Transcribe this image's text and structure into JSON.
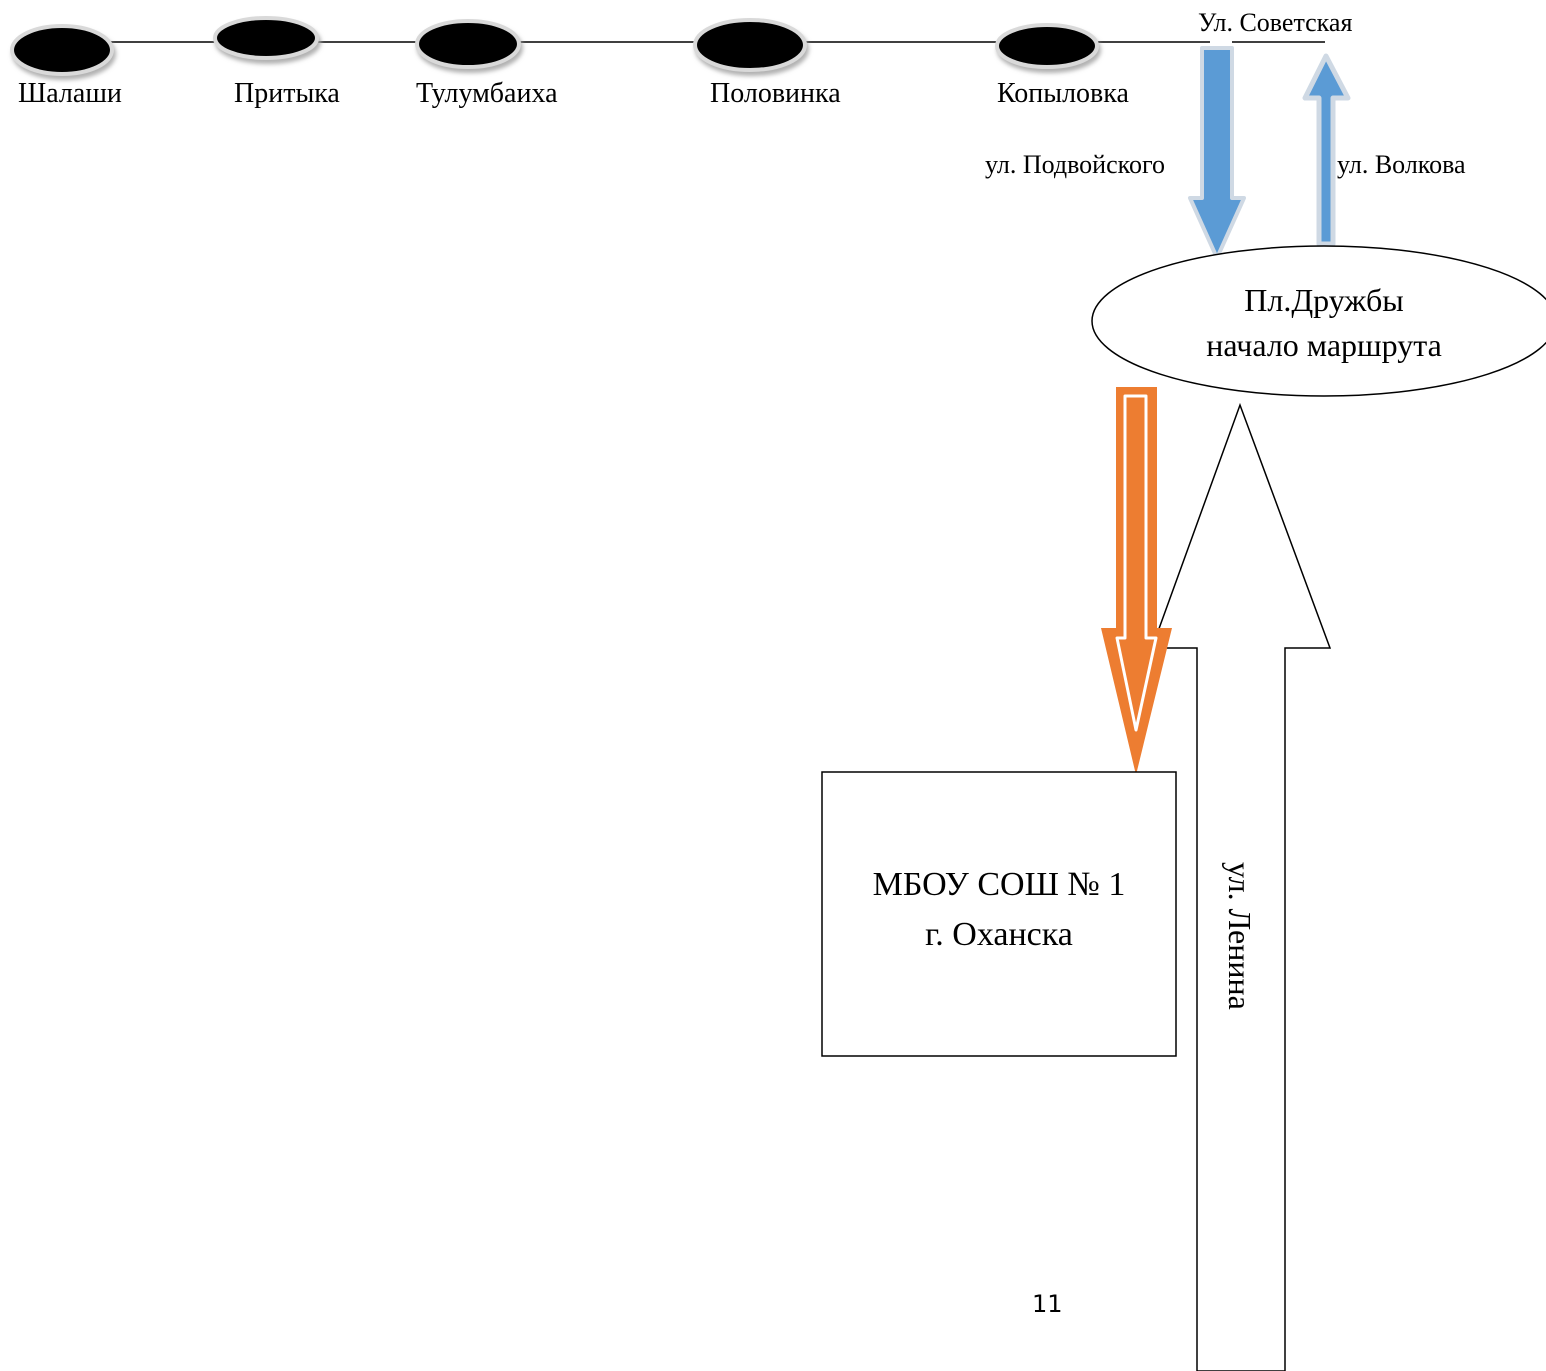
{
  "stops": [
    {
      "name": "Шалаши"
    },
    {
      "name": "Притыка"
    },
    {
      "name": "Тулумбаиха"
    },
    {
      "name": "Половинка"
    },
    {
      "name": "Копыловка"
    }
  ],
  "streets": {
    "sovetskaya": "Ул. Советская",
    "podvoyskogo": "ул. Подвойского",
    "volkova": "ул. Волкова",
    "lenina": "ул. Ленина"
  },
  "hub": {
    "line1": "Пл.Дружбы",
    "line2": "начало маршрута"
  },
  "school": {
    "line1": "МБОУ СОШ № 1",
    "line2": "г. Оханска"
  },
  "page_number": "11",
  "colors": {
    "blue_arrow": "#5b9bd5",
    "orange_arrow": "#ed7d31",
    "stop_fill": "#000000",
    "outline": "#000000"
  }
}
